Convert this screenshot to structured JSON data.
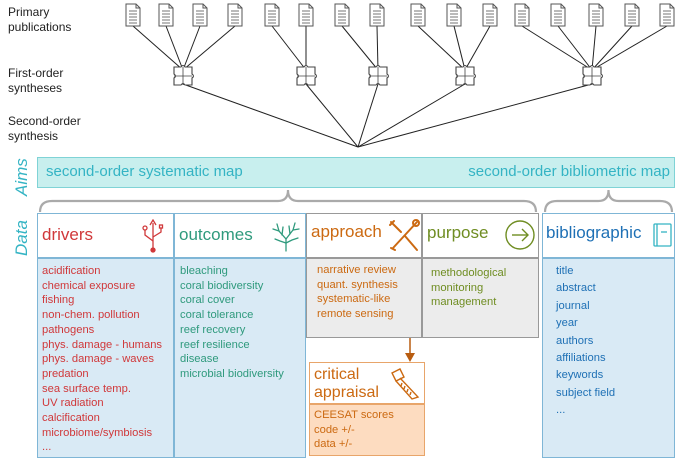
{
  "levels": {
    "primary": [
      "Primary",
      "publications"
    ],
    "first": [
      "First-order",
      "syntheses"
    ],
    "second": [
      "Second-order",
      "synthesis"
    ]
  },
  "side_labels": {
    "aims": "Aims",
    "data": "Data"
  },
  "aims": {
    "left": "second-order systematic map",
    "right": "second-order bibliometric map"
  },
  "drivers": {
    "title": "drivers",
    "items": [
      "acidification",
      "chemical exposure",
      "fishing",
      "non-chem. pollution",
      "pathogens",
      "phys. damage - humans",
      "phys. damage - waves",
      "predation",
      "sea surface temp.",
      "UV radiation",
      "calcification",
      "microbiome/symbiosis",
      "..."
    ]
  },
  "outcomes": {
    "title": "outcomes",
    "items": [
      "bleaching",
      "coral biodiversity",
      "coral cover",
      "coral tolerance",
      "reef recovery",
      "reef resilience",
      "disease",
      "microbial biodiversity"
    ]
  },
  "approach": {
    "title": "approach",
    "items": [
      "narrative review",
      "quant. synthesis",
      "systematic-like",
      "remote sensing"
    ]
  },
  "purpose": {
    "title": "purpose",
    "items": [
      "methodological",
      "monitoring",
      "management"
    ]
  },
  "critical": {
    "title_lines": [
      "critical",
      "appraisal"
    ],
    "items": [
      "CEESAT scores",
      "code +/-",
      "data +/-"
    ]
  },
  "bibliographic": {
    "title": "bibliographic",
    "items": [
      "title",
      "abstract",
      "journal",
      "year",
      "authors",
      "affiliations",
      "keywords",
      "subject field",
      "..."
    ]
  },
  "colors": {
    "teal": "#34b4c4",
    "teal_fill": "#c8efee",
    "blue_fill": "#d9eaf5",
    "red": "#d0383a",
    "green": "#2f9a7d",
    "orange": "#cc6a12",
    "olive": "#6f8d22",
    "blue": "#1e70b5",
    "grey_fill": "#ececec"
  },
  "icons": [
    "document-icon",
    "puzzle-icon",
    "usb-icon",
    "coral-icon",
    "tools-icon",
    "arrow-circle-icon",
    "saw-icon",
    "book-icon"
  ]
}
